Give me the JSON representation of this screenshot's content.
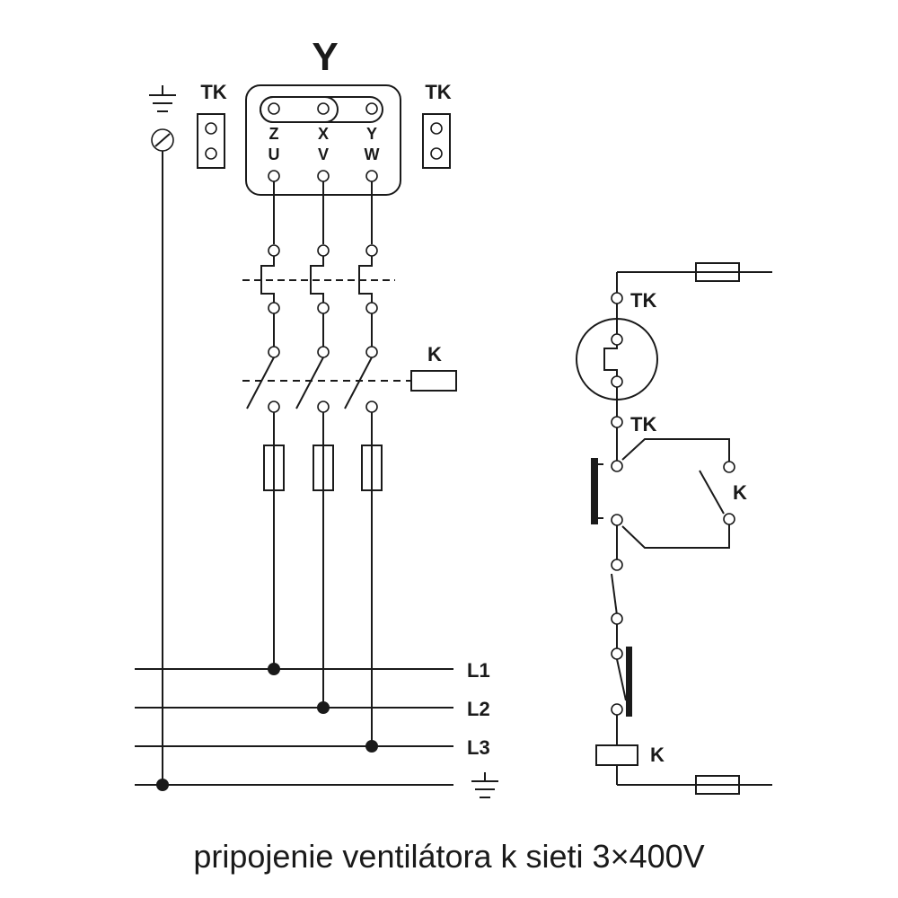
{
  "labels": {
    "connection_type": "Y",
    "thermal_contact_left": "TK",
    "thermal_contact_right": "TK",
    "terminal_top": [
      "Z",
      "X",
      "Y"
    ],
    "terminal_bottom": [
      "U",
      "V",
      "W"
    ],
    "contactor_main": "K",
    "phases": [
      "L1",
      "L2",
      "L3"
    ],
    "control_tk_top": "TK",
    "control_tk_bottom": "TK",
    "control_k_contact": "K",
    "control_k_coil": "K"
  },
  "caption": "pripojenie ventilátora k sieti 3×400V"
}
